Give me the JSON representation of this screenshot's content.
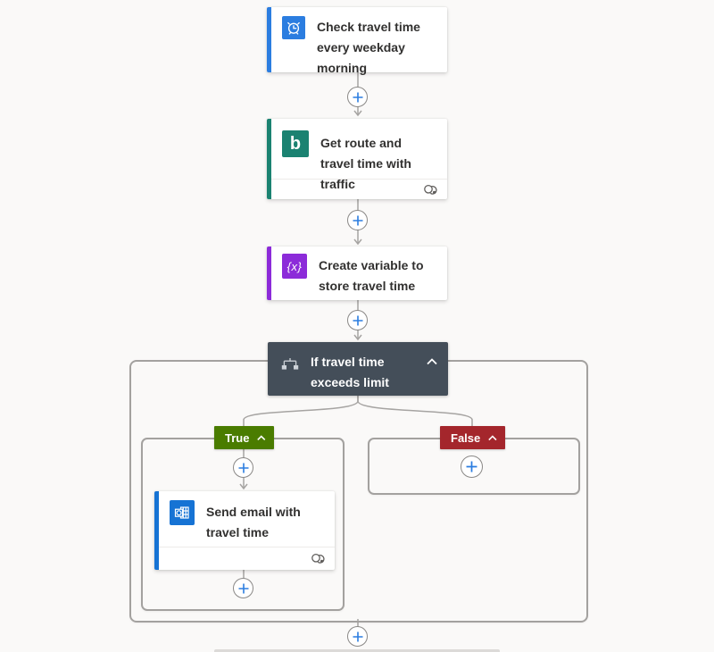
{
  "canvas": {
    "background_color": "#faf9f8"
  },
  "nodes": {
    "trigger": {
      "title": "Check travel time every weekday morning",
      "icon": "alarm-clock-icon",
      "accent_color": "#2b7de0"
    },
    "get_route": {
      "title": "Get route and travel time with traffic",
      "icon": "bing-maps-icon",
      "icon_glyph": "b",
      "accent_color": "#1b8271",
      "footer_icon": "connection-icon"
    },
    "create_variable": {
      "title": "Create variable to store travel time",
      "icon": "variable-icon",
      "icon_glyph": "{x}",
      "accent_color": "#8c2bd9"
    },
    "condition": {
      "title": "If travel time exceeds limit",
      "icon": "condition-icon",
      "background_color": "#444e59",
      "collapse_icon": "chevron-up-icon"
    },
    "send_email": {
      "title": "Send email with travel time",
      "icon": "outlook-icon",
      "accent_color": "#1673d4",
      "footer_icon": "connection-icon"
    }
  },
  "branches": {
    "true_branch": {
      "label": "True",
      "color": "#4a7c00",
      "collapse_icon": "chevron-up-icon"
    },
    "false_branch": {
      "label": "False",
      "color": "#a4262c",
      "collapse_icon": "chevron-up-icon"
    }
  },
  "insert_buttons": {
    "icon": "plus-icon",
    "plus_color": "#2b7de0"
  }
}
